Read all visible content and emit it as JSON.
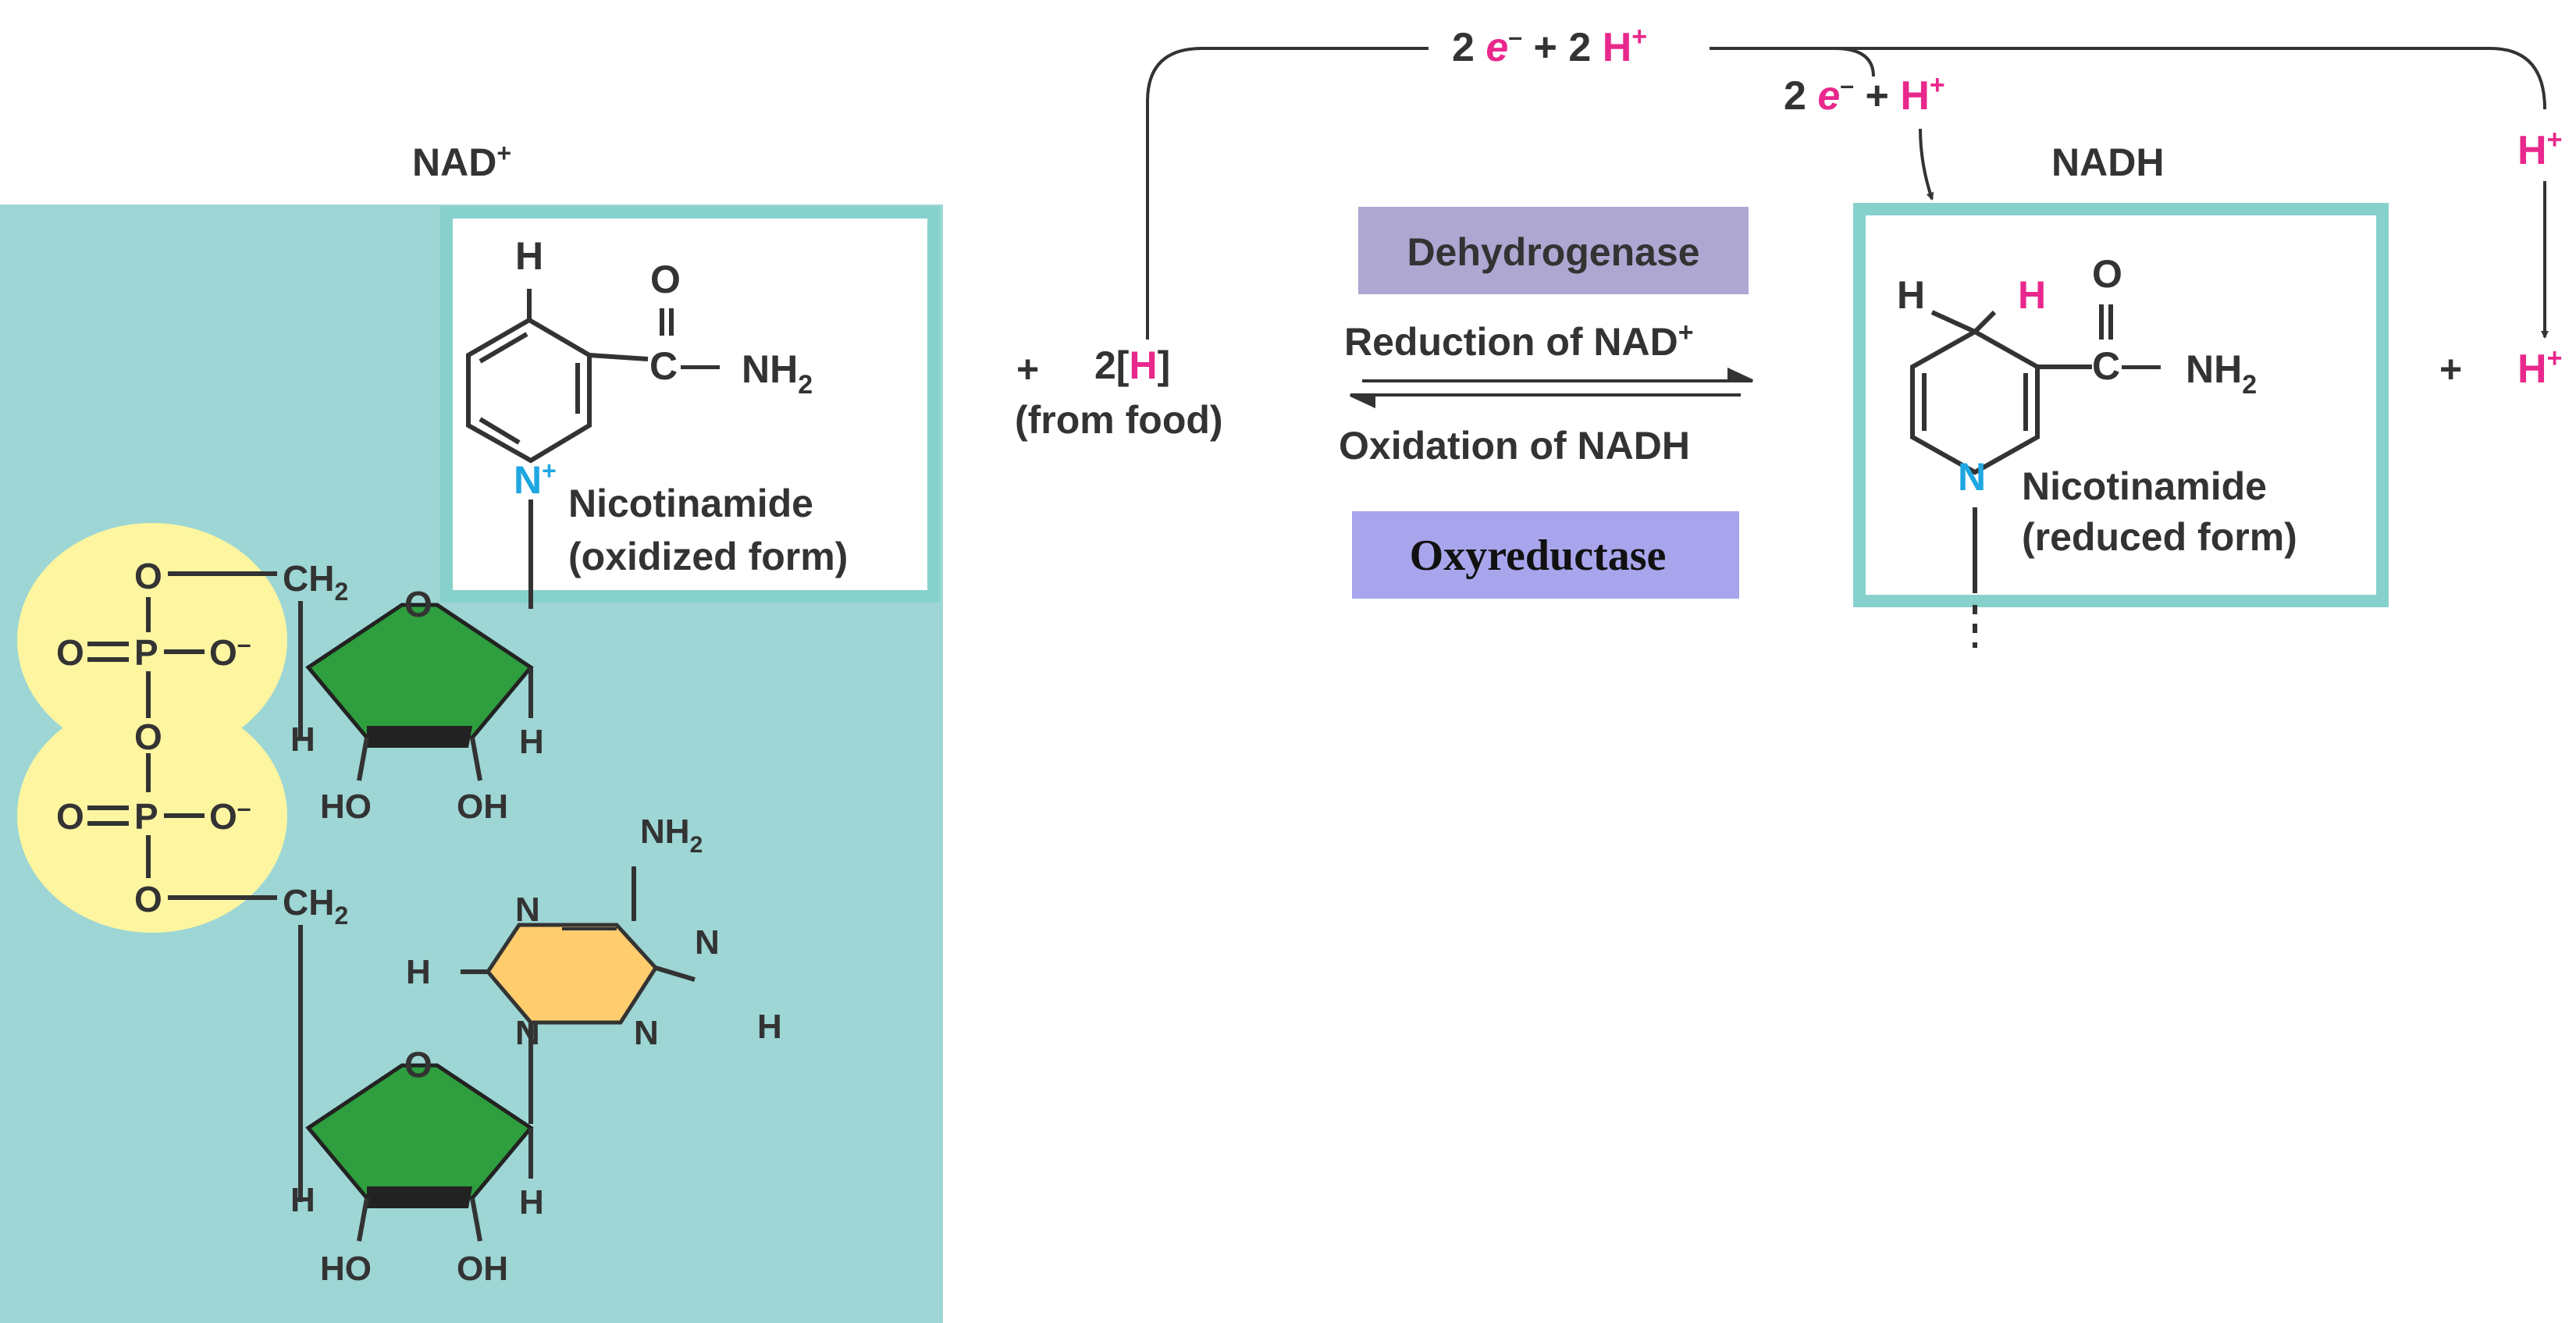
{
  "colors": {
    "panel": "#9dd6d4",
    "frame": "#87d1cc",
    "phosphate": "#fdf5a0",
    "ribose": "#2e9e3e",
    "adenine": "#ffcc6e",
    "pink": "#e8288c",
    "blue": "#1ea7e1",
    "dehydrogenase_box": "#aea7d2",
    "oxyreductase_box": "#a9a5ec"
  },
  "titles": {
    "nad_plus": "NAD",
    "nad_plus_sup": "+",
    "nadh": "NADH"
  },
  "oxidized": {
    "h": "H",
    "o": "O",
    "c": "C",
    "dash": "—",
    "nh": "NH",
    "sub2": "2",
    "n": "N",
    "nplus": "+",
    "name": "Nicotinamide",
    "form": "(oxidized form)"
  },
  "reduced": {
    "h_left": "H",
    "h_right": "H",
    "o": "O",
    "c": "C",
    "dash": "—",
    "nh": "NH",
    "sub2": "2",
    "n": "N",
    "name": "Nicotinamide",
    "form": "(reduced form)"
  },
  "phosphates": {
    "o": "O",
    "ominus": "O",
    "minus": "–",
    "p": "P",
    "ch": "CH",
    "sub2": "2"
  },
  "ribose": {
    "o": "O",
    "h": "H",
    "ho": "HO",
    "oh": "OH"
  },
  "adenine": {
    "n": "N",
    "h": "H",
    "nh": "NH",
    "sub2": "2"
  },
  "reaction": {
    "plus": "+",
    "two_h_prefix": "2[",
    "two_h_h": "H",
    "two_h_suffix": "]",
    "from_food": "(from food)",
    "top_left": "2 ",
    "e": "e",
    "e_sup": "–",
    "top_mid": " + 2 ",
    "hplus": "H",
    "hplus_sup": "+",
    "branch_left": "2 ",
    "branch_mid": " + ",
    "product_plus": "+"
  },
  "enzymes": {
    "dehydrogenase": "Dehydrogenase",
    "reduction_pre": "Reduction of NAD",
    "reduction_sup": "+",
    "oxidation": "Oxidation of NADH",
    "oxyreductase": "Oxyreductase"
  }
}
